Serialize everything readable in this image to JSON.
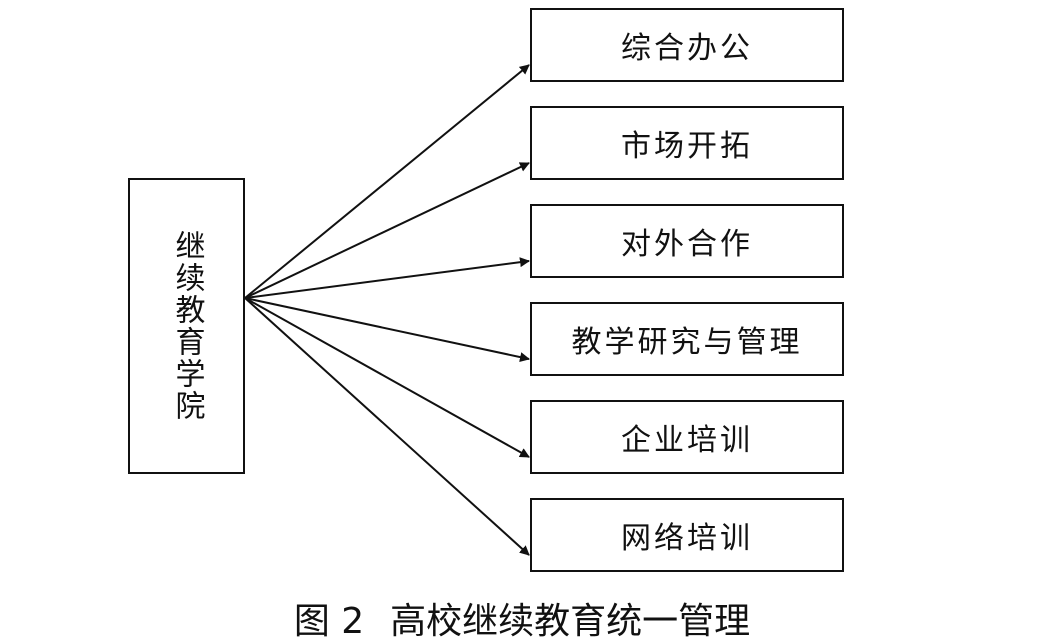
{
  "diagram": {
    "source": {
      "label": "继续教育学院"
    },
    "targets": [
      {
        "label": "综合办公"
      },
      {
        "label": "市场开拓"
      },
      {
        "label": "对外合作"
      },
      {
        "label": "教学研究与管理"
      },
      {
        "label": "企业培训"
      },
      {
        "label": "网络培训"
      }
    ],
    "colors": {
      "stroke": "#111111",
      "background": "#ffffff"
    }
  },
  "caption": {
    "figure_number": "图 2",
    "title": "高校继续教育统一管理"
  }
}
